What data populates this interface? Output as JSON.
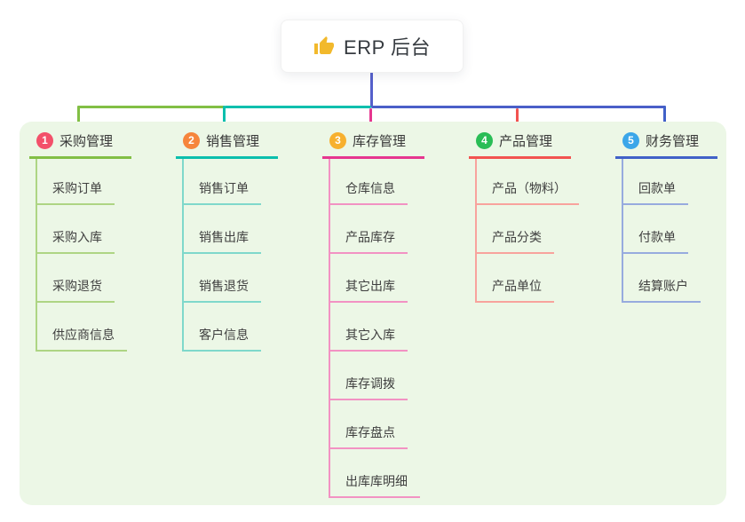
{
  "root": {
    "title": "ERP 后台",
    "icon": "thumbs-up-icon"
  },
  "colors": {
    "canvas_bg": "#ffffff",
    "panel_bg": "#ecf7e6",
    "root_line": "#5560cb",
    "trunk_right": "#4a5fc8",
    "root_text": "#363b40",
    "node_text": "#3f3f3f",
    "thumb": "#f2b92c"
  },
  "branches": [
    {
      "index": "1",
      "label": "采购管理",
      "badge_color": "#f3506a",
      "line_color": "#82bf45",
      "child_line_color": "#aed584",
      "children": [
        "采购订单",
        "采购入库",
        "采购退货",
        "供应商信息"
      ]
    },
    {
      "index": "2",
      "label": "销售管理",
      "badge_color": "#f6853c",
      "line_color": "#0bbfad",
      "child_line_color": "#7fd8cb",
      "children": [
        "销售订单",
        "销售出库",
        "销售退货",
        "客户信息"
      ]
    },
    {
      "index": "3",
      "label": "库存管理",
      "badge_color": "#f7b02e",
      "line_color": "#e6368f",
      "child_line_color": "#f292c3",
      "children": [
        "仓库信息",
        "产品库存",
        "其它出库",
        "其它入库",
        "库存调拨",
        "库存盘点",
        "出库库明细"
      ]
    },
    {
      "index": "4",
      "label": "产品管理",
      "badge_color": "#2abd56",
      "line_color": "#f25350",
      "child_line_color": "#f8a39d",
      "children": [
        "产品（物料）",
        "产品分类",
        "产品单位"
      ]
    },
    {
      "index": "5",
      "label": "财务管理",
      "badge_color": "#3ba6e9",
      "line_color": "#4161c8",
      "child_line_color": "#97abde",
      "children": [
        "回款单",
        "付款单",
        "结算账户"
      ]
    }
  ]
}
